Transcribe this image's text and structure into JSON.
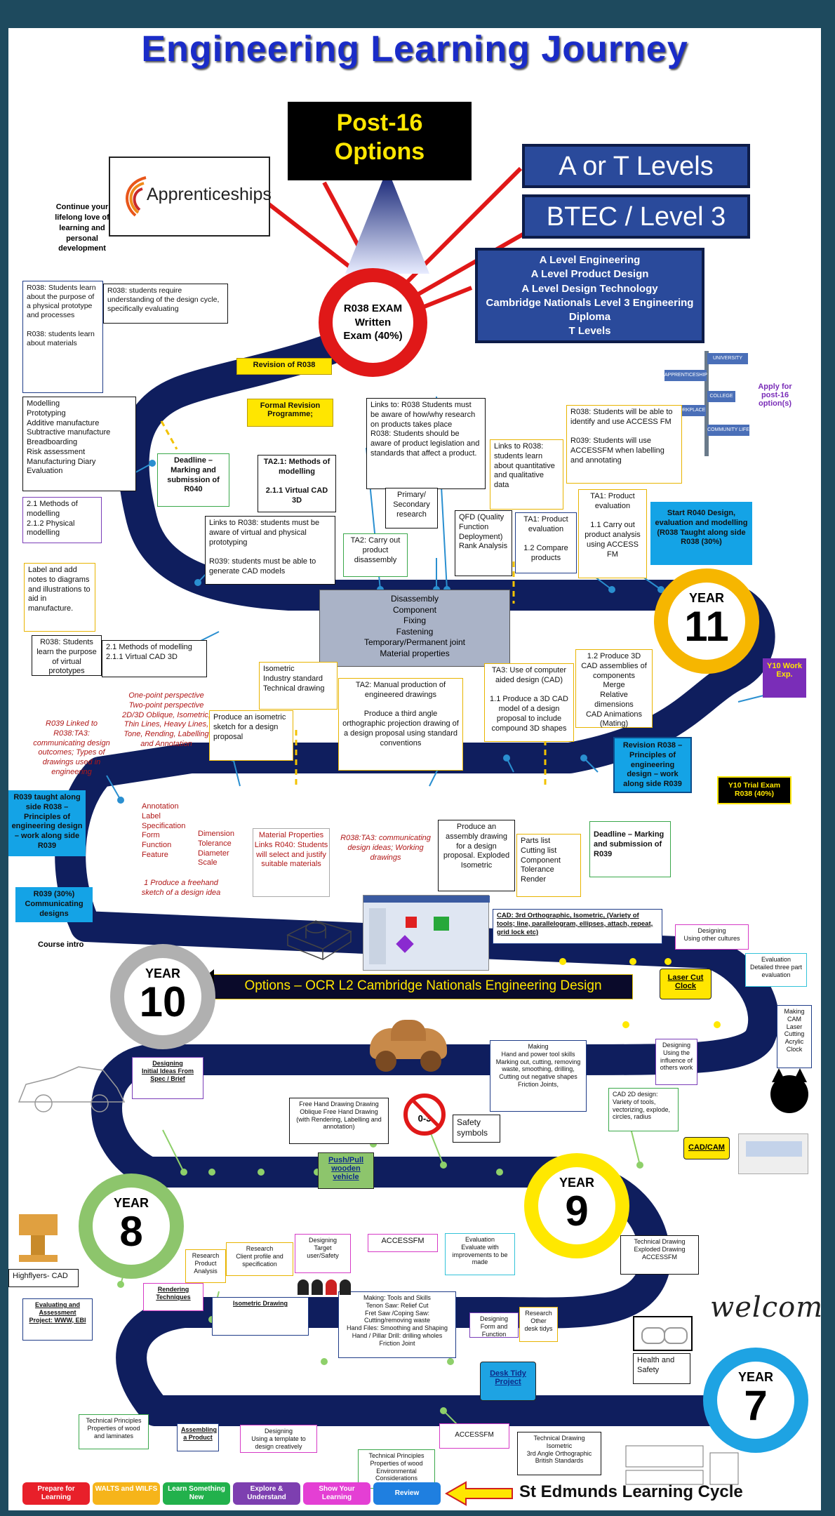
{
  "title": "Engineering Learning Journey",
  "top": {
    "post16": "Post-16\nOptions",
    "a_or_t": "A or T Levels",
    "btec": "BTEC / Level 3",
    "level3_list": "A Level Engineering\nA Level Product Design\nA Level Design Technology\nCambridge Nationals Level 3 Engineering\nDiploma\nT Levels",
    "apprenticeships": "Apprenticeships",
    "continue_text": "Continue your lifelong love of learning and personal development",
    "exam": "R038 EXAM\nWritten\nExam (40%)",
    "apply": "Apply for post-16 option(s)",
    "signpost": [
      "UNIVERSITY",
      "APPRENTICESHIP",
      "COLLEGE",
      "WORKPLACE",
      "COMMUNITY LIFE"
    ]
  },
  "year11": {
    "label": "YEAR",
    "number": "11",
    "r038_purpose": "R038: Students learn about the purpose of a physical prototype and processes\n\nR038: students learn about materials",
    "r038_design_cycle": "R038: students require understanding of the design cycle, specifically evaluating",
    "revision_r038": "Revision of R038",
    "formal_revision": "Formal Revision Programme;",
    "modelling_list": "Modelling\nPrototyping\nAdditive manufacture\nSubtractive manufacture\nBreadboarding\nRisk assessment\nManufacturing Diary\nEvaluation",
    "deadline_r040": "Deadline – Marking and submission of R040",
    "ta21": "TA2.1: Methods of modelling\n\n2.1.1 Virtual CAD 3D",
    "methods_modelling": "2.1 Methods of modelling\n2.1.2 Physical modelling",
    "links_research": "Links to: R038 Students must be aware of how/why research on products takes place\nR038: Students should be aware of product legislation and standards that affect a product.",
    "primary_secondary": "Primary/ Secondary research",
    "links_quant": "Links to R038: students learn about quantitative and qualitative data",
    "accessfm": "R038: Students will be able to identify and use ACCESS FM\n\nR039: Students will use ACCESSFM when labelling and annotating",
    "ta1_eval": "TA1: Product evaluation\n\n1.1 Carry out product analysis using ACCESS FM",
    "start_r040": "Start R040 Design, evaluation and modelling (R038 Taught along side R038 (30%)",
    "links_virtual": "Links to R038: students must be aware of virtual and physical prototyping\n\nR039: students must be able to generate CAD models",
    "ta2_carry": "TA2: Carry out product disassembly",
    "qfd": "QFD (Quality Function Deployment) Rank Analysis",
    "ta1_compare": "TA1: Product evaluation\n\n1.2 Compare products",
    "disassembly": "Disassembly\nComponent\nFixing\nFastening\nTemporary/Permanent joint\nMaterial properties",
    "label_notes": "Label and add notes to diagrams and illustrations to aid in manufacture.",
    "r038_virtual": "R038: Students learn the purpose of virtual prototypes",
    "methods_virtual": "2.1 Methods of modelling\n2.1.1 Virtual CAD 3D",
    "y10_work": "Y10 Work Exp."
  },
  "year10": {
    "label": "YEAR",
    "number": "10",
    "one_point": "One-point perspective\nTwo-point perspective\n2D/3D Oblique, Isometric, Thin Lines, Heavy Lines, Tone, Rending, Labelling and Annotation",
    "isometric_std": "Isometric\nIndustry standard\nTechnical drawing",
    "ta2_manual": "TA2: Manual production of engineered drawings\n\nProduce a third angle orthographic projection drawing of a design proposal using standard conventions",
    "ta3_cad": "TA3: Use of computer aided design (CAD)\n\n1.1 Produce a 3D CAD model of a design proposal to include compound 3D shapes",
    "cad_assemblies": "1.2 Produce 3D CAD assemblies of components\nMerge\nRelative dimensions\nCAD Animations (Mating)",
    "r039_linked": "R039 Linked to R038:TA3: communicating design outcomes; Types of drawings used in engineering",
    "produce_iso": "Produce an isometric sketch for a design proposal",
    "revision_r038": "Revision R038 – Principles of engineering design – work along side R039",
    "y10_trial": "Y10 Trial Exam R038 (40%)",
    "r039_taught": "R039 taught along side R038 – Principles of engineering design – work along side R039",
    "annotation": "Annotation\nLabel\nSpecification\nForm\nFunction\nFeature",
    "dimension": "Dimension\nTolerance\nDiameter\nScale",
    "freehand": "1 Produce a freehand sketch of a design idea",
    "material_props": "Material Properties\nLinks R040: Students will select and justify suitable materials",
    "r038_ta3": "R038:TA3: communicating design ideas; Working drawings",
    "assembly_drawing": "Produce an assembly drawing for a design proposal. Exploded Isometric",
    "parts_list": "Parts list\nCutting list\nComponent\nTolerance\nRender",
    "deadline_r039": "Deadline – Marking and submission of R039",
    "r039_30": "R039 (30%)\nCommunicating designs",
    "course_intro": "Course intro",
    "cad_tools": "CAD:  3rd Orthographic, Isometric, (Variety of tools; line, parallelogram, ellipses, attach, repeat, grid lock etc)",
    "options_banner": "Options – OCR L2 Cambridge Nationals Engineering Design"
  },
  "year9": {
    "label": "YEAR",
    "number": "9",
    "designing_cultures": "Designing\nUsing other cultures",
    "evaluation_three": "Evaluation\nDetailed three part evaluation",
    "laser_cut": "Laser Cut Clock",
    "making_cam": "Making\nCAM\nLaser Cutting Acrylic Clock",
    "designing_influence": "Designing\nUsing the influence of others work",
    "designing_initial": "Designing\nInitial Ideas From Spec / Brief",
    "making_hand": "Making\nHand and power tool skills\nMarking out, cutting, removing waste, smoothing, drilling, Cutting out negative shapes\nFriction Joints,",
    "cad_2d": "CAD 2D design:\nVariety of tools, vectorizing, explode, circles, radius",
    "cad_cam": "CAD/CAM",
    "freehand_drawing": "Free Hand Drawing Drawing\nOblique Free Hand Drawing (with Rendering, Labelling and annotation)",
    "safety_symbols": "Safety symbols",
    "safety_sign": "0-3",
    "push_pull": "Push/Pull wooden vehicle",
    "technical_exploded": "Technical Drawing\nExploded Drawing\nACCESSFM",
    "evaluation_improve": "Evaluation\nEvaluate with improvements to be made",
    "accessfm": "ACCESSFM"
  },
  "year8": {
    "label": "YEAR",
    "number": "8",
    "research_product": "Research\nProduct Analysis",
    "research_client": "Research\nClient profile and specification",
    "designing_target": "Designing\nTarget user/Safety",
    "highflyers": "Highflyers- CAD",
    "rendering": "Rendering Techniques",
    "evaluating_project": "Evaluating and Assessment Project: WWW, EBI",
    "isometric_drawing": "Isometric Drawing",
    "making_tools": "Making: Tools and Skills\nTenon Saw: Relief Cut\nFret Saw /Coping Saw: Cutting/removing waste\nHand Files: Smoothing and Shaping\nHand / Pillar Drill: drilling wholes\nFriction Joint"
  },
  "year7": {
    "label": "YEAR",
    "number": "7",
    "designing_form": "Designing\nForm and Function",
    "research_desk": "Research\nOther desk tidys",
    "welcome": "welcome",
    "health_safety": "Health and Safety",
    "desk_tidy": "Desk Tidy Project",
    "technical_principles_laminates": "Technical Principles\nProperties of wood and laminates",
    "assembling": "Assembling a Product",
    "designing_template": "Designing\nUsing a template to design creatively",
    "technical_principles_wood": "Technical Principles\nProperties of wood\nEnvironmental Considerations",
    "accessfm": "ACCESSFM",
    "technical_drawing": "Technical Drawing\nIsometric\n3rd Angle Orthographic\nBritish Standards"
  },
  "footer": {
    "boxes": [
      {
        "label": "Prepare for Learning",
        "color": "#e8202a"
      },
      {
        "label": "WALTS and WILFS",
        "color": "#f6b41a"
      },
      {
        "label": "Learn Something New",
        "color": "#22b14c"
      },
      {
        "label": "Explore & Understand",
        "color": "#7d3fb0"
      },
      {
        "label": "Show Your Learning",
        "color": "#e43fd4"
      },
      {
        "label": "Review",
        "color": "#1f7fe0"
      }
    ],
    "cycle_title": "St Edmunds Learning Cycle"
  },
  "colors": {
    "road": "#0f1e5e",
    "dash": "#f2c200",
    "year11": "#f6b600",
    "year10": "#b0b0b0",
    "year9": "#ffe800",
    "year8": "#8dc56c",
    "year7": "#1ea3e3",
    "title": "#1a2cc8"
  }
}
